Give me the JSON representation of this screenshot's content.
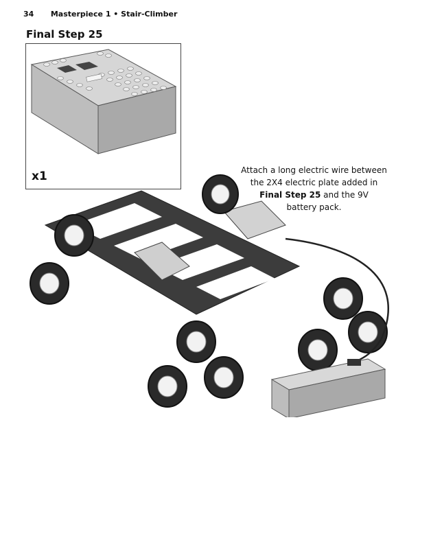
{
  "header": {
    "page_number": "34",
    "section": "Masterpiece 1 • Stair-Climber"
  },
  "step": {
    "title": "Final Step 25"
  },
  "parts": {
    "quantity": "x1",
    "part": "9V battery pack"
  },
  "instruction": {
    "line1": "Attach a long electric wire between",
    "line2": "the 2X4 electric plate added in",
    "bold": "Final Step 25",
    "line3_rest": " and the 9V",
    "line4": "battery pack."
  }
}
